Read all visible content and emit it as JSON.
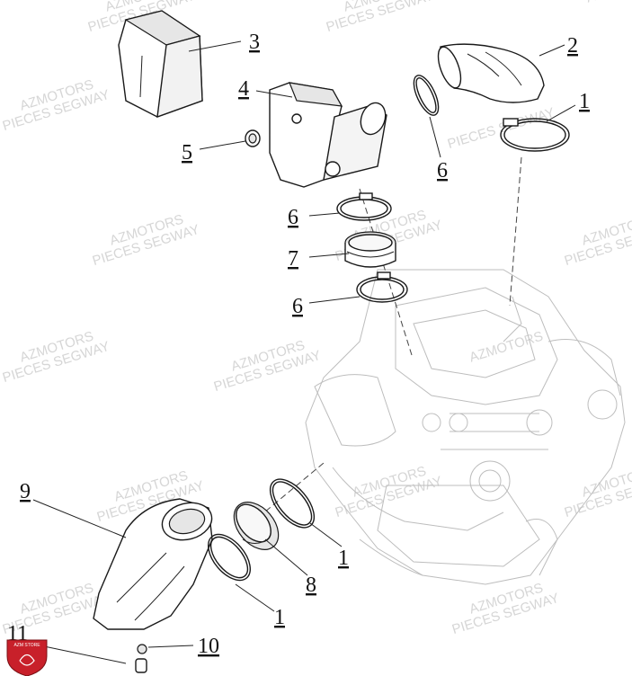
{
  "watermark": {
    "line1": "AZMOTORS",
    "line2": "PIECES SEGWAY"
  },
  "logo_text": "AZM STORE",
  "callouts": [
    {
      "id": "3",
      "label": "3"
    },
    {
      "id": "2",
      "label": "2"
    },
    {
      "id": "4",
      "label": "4"
    },
    {
      "id": "1a",
      "label": "1"
    },
    {
      "id": "5",
      "label": "5"
    },
    {
      "id": "6a",
      "label": "6"
    },
    {
      "id": "6b",
      "label": "6"
    },
    {
      "id": "7",
      "label": "7"
    },
    {
      "id": "6c",
      "label": "6"
    },
    {
      "id": "9",
      "label": "9"
    },
    {
      "id": "1b",
      "label": "1"
    },
    {
      "id": "8",
      "label": "8"
    },
    {
      "id": "1c",
      "label": "1"
    },
    {
      "id": "11",
      "label": "11"
    },
    {
      "id": "10",
      "label": "10"
    }
  ],
  "colors": {
    "logo_red": "#c8202a",
    "engine_line": "#bdbdbd",
    "watermark": "#d6d6d6"
  }
}
